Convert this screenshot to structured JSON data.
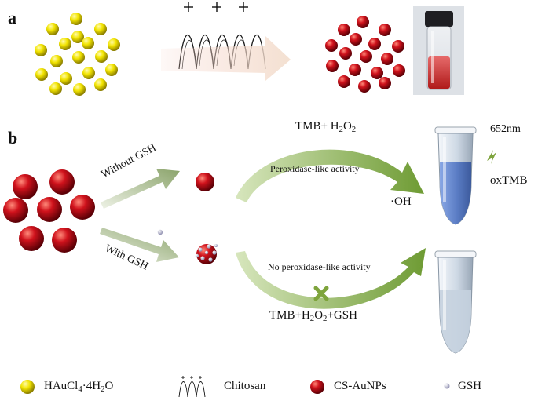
{
  "panel_a": {
    "label": "a"
  },
  "panel_b": {
    "label": "b",
    "branch_without": "Without GSH",
    "branch_with": "With GSH",
    "top_reagents": {
      "pre": "TMB+ H",
      "sub": "2",
      "mid": "O",
      "sub2": "2"
    },
    "top_activity": "Peroxidase-like activity",
    "hydroxyl": "·OH",
    "wavelength": "652nm",
    "product": "oxTMB",
    "bottom_activity": "No peroxidase-like activity",
    "bottom_reagents": {
      "pre": "TMB+H",
      "sub": "2",
      "mid": "O",
      "sub2": "2",
      "post": "+GSH"
    }
  },
  "legend": {
    "items": [
      {
        "name": "gold-precursor",
        "pre": "HAuCl",
        "sub": "4",
        "mid": "·4H",
        "sub2": "2",
        "post": "O",
        "color": "#f0e000"
      },
      {
        "name": "chitosan",
        "text": "Chitosan"
      },
      {
        "name": "cs-aunps",
        "text": "CS-AuNPs",
        "color": "#c8101a"
      },
      {
        "name": "gsh",
        "text": "GSH",
        "color": "#d8d8e8"
      }
    ]
  },
  "colors": {
    "yellow_particle": "#f2e400",
    "red_particle": "#c8101a",
    "arrow_green": "#7ea43c",
    "tube_blue": "#6f8fd0",
    "tube_clear": "#d9e4ef"
  }
}
